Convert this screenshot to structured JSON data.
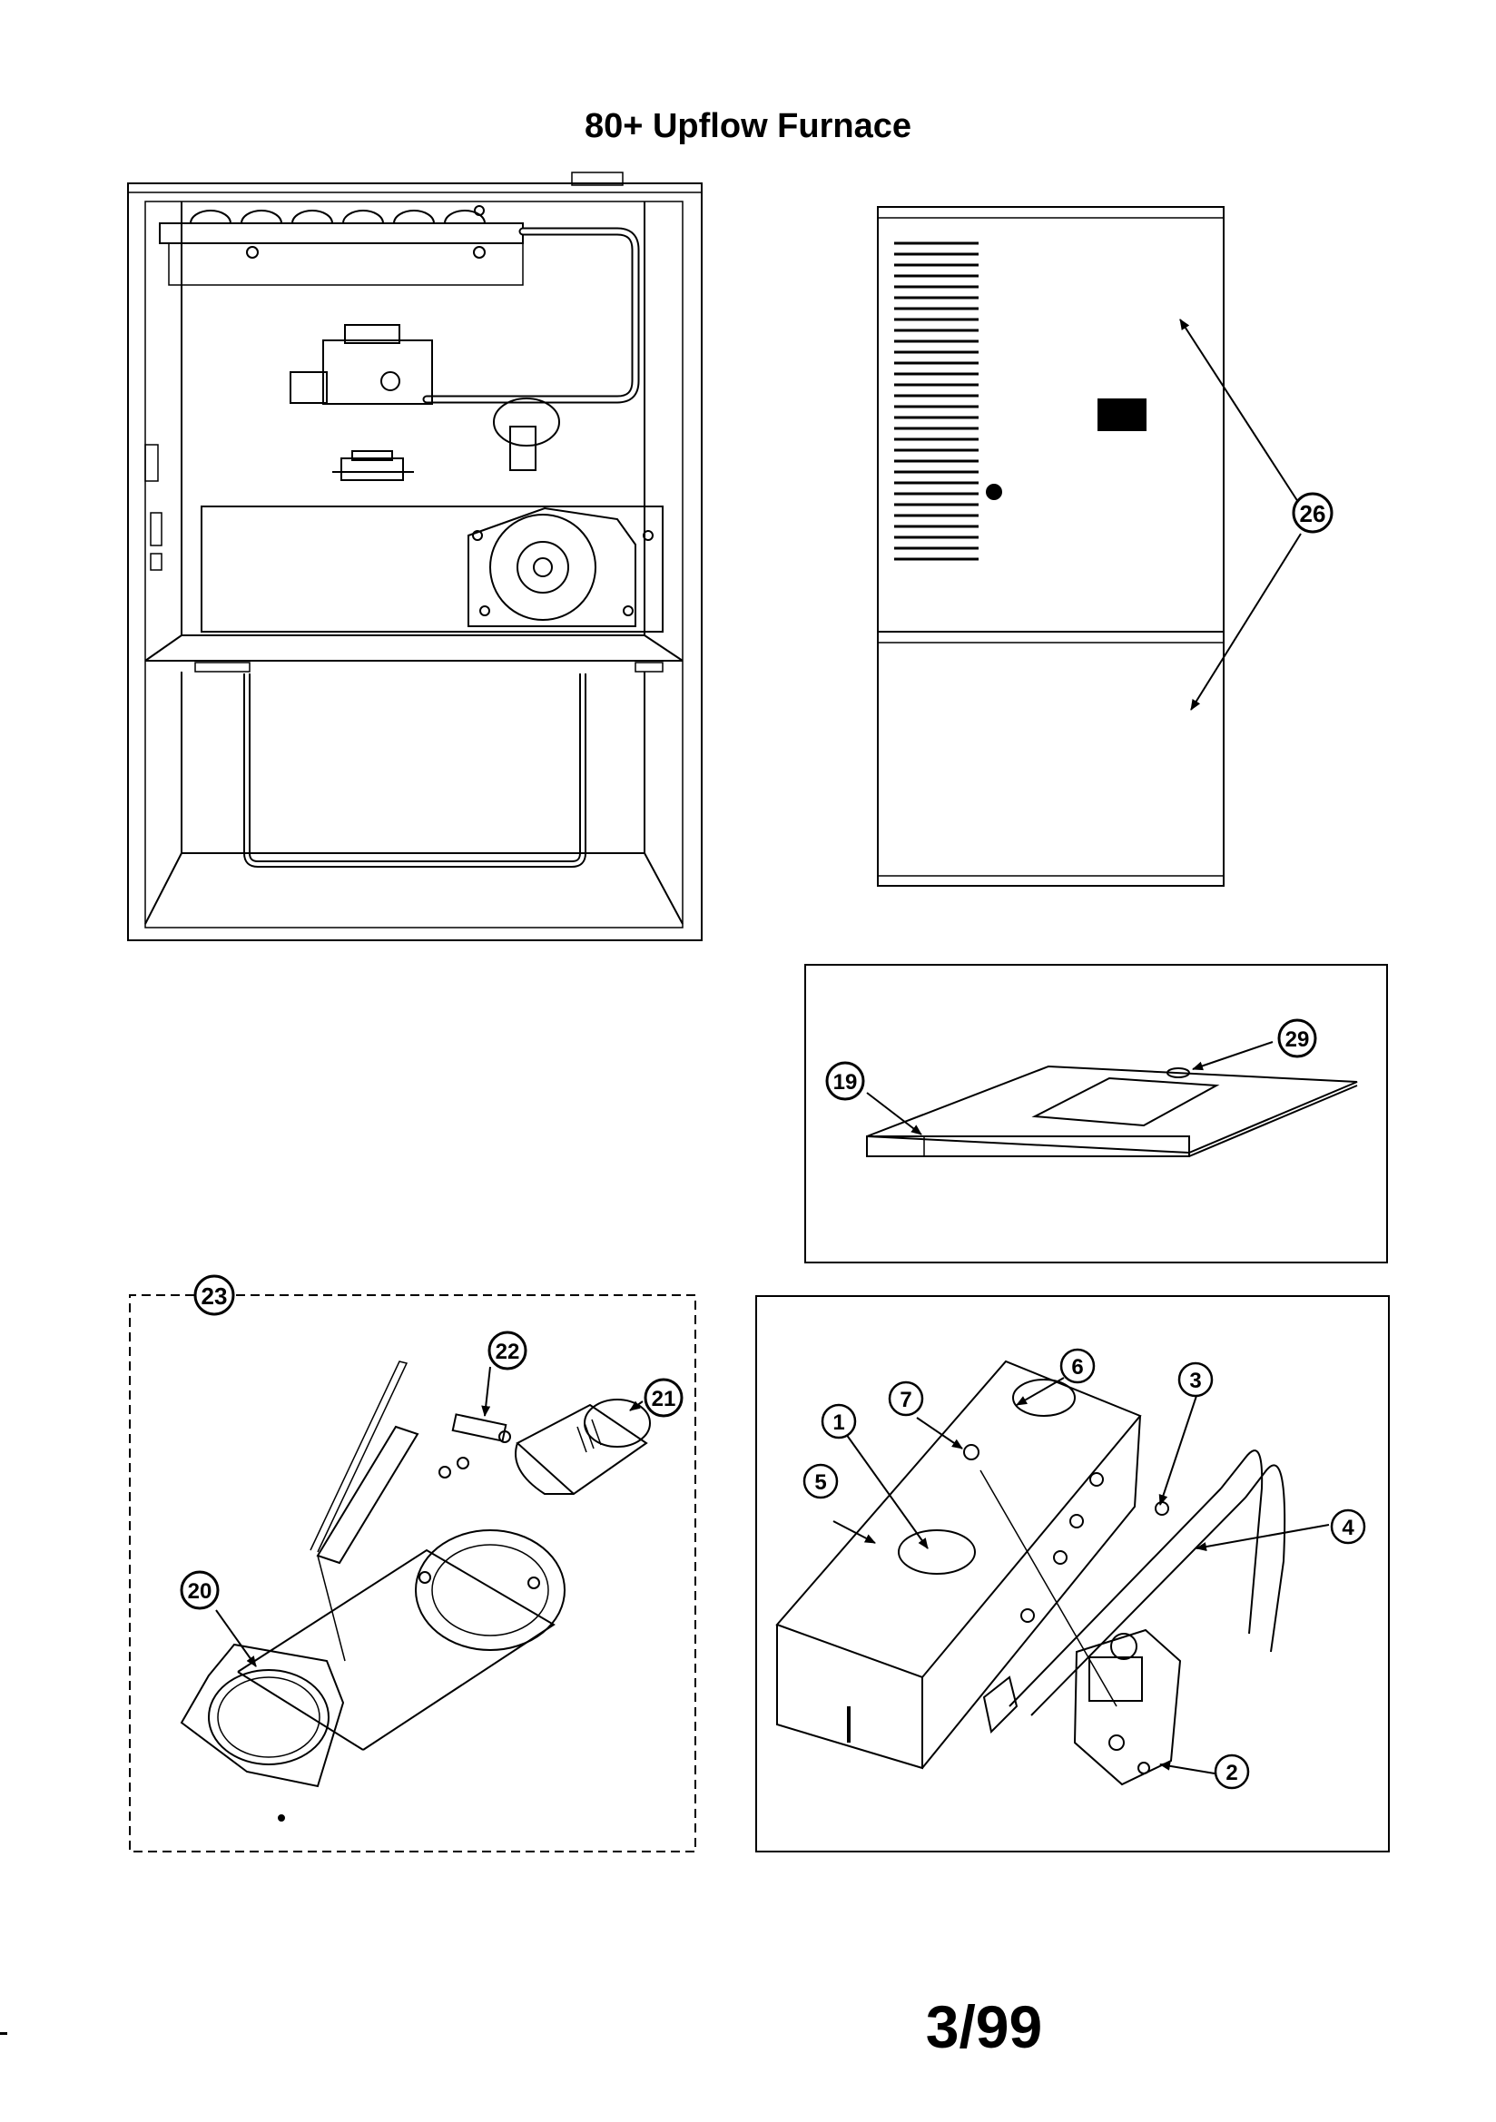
{
  "title": "80+ Upflow Furnace",
  "page_number": "3/99",
  "callouts": {
    "door_panels": "26",
    "filter_rail": "19",
    "plug": "29",
    "blower_assembly": "23",
    "capacitor": "22",
    "motor": "21",
    "blower_housing": "20",
    "burner_orifice": "1",
    "gas_valve": "2",
    "spud": "3",
    "manifold": "4",
    "ignitor": "5",
    "flame_sensor": "6",
    "flame_rollout": "7"
  }
}
